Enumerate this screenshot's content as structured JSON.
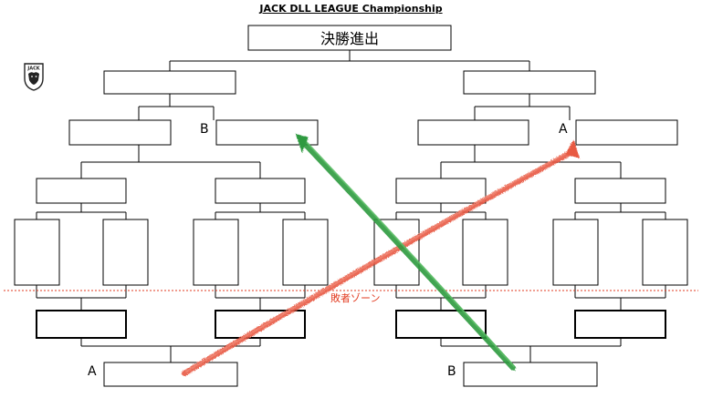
{
  "header": {
    "title": "JACK DLL LEAGUE Championship"
  },
  "logo": {
    "text": "JACK",
    "icon": "lion-crest-icon"
  },
  "final_box": {
    "label": "決勝進出"
  },
  "labels": {
    "b_top": "B",
    "a_top": "A",
    "a_bottom": "A",
    "b_bottom": "B"
  },
  "loser_zone": {
    "label": "敗者ゾーン",
    "line_color": "#e23a1f"
  },
  "arrows": {
    "red": "#e85a42",
    "green": "#2f9a3f"
  }
}
